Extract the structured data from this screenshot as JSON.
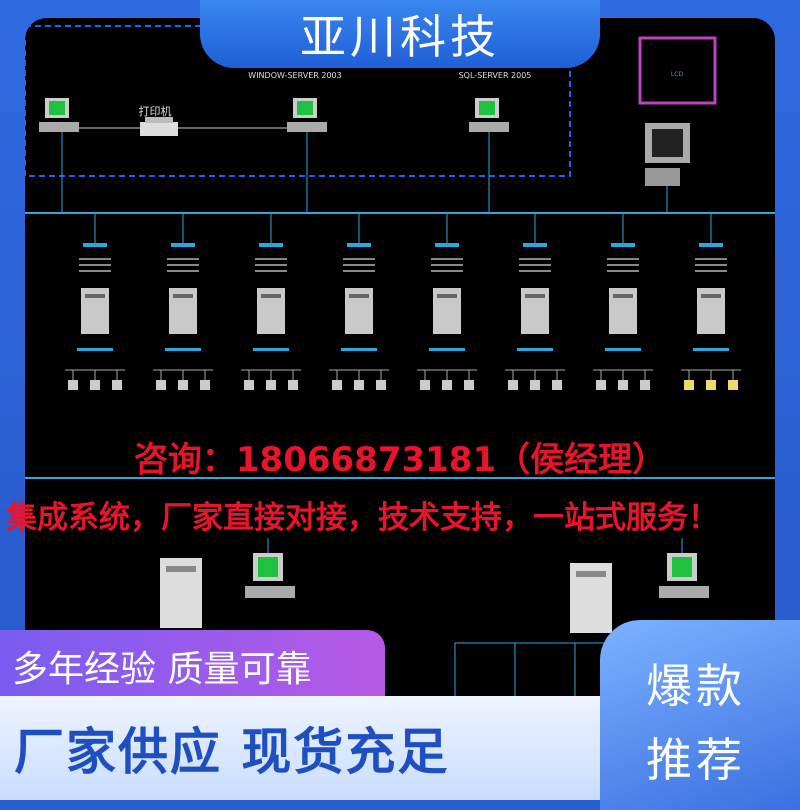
{
  "brand": {
    "title": "亚川科技"
  },
  "diagram": {
    "top_labels": [
      "WINDOW-SERVER 2003",
      "SQL-SERVER 2005",
      "打印机"
    ],
    "node_count": 8,
    "colors": {
      "line": "#2aa8e0",
      "server": "#c8c8c8",
      "accent": "#e8142a",
      "outline_box": "#c040c0"
    }
  },
  "contact": {
    "line": "咨询：18066873181（侯经理）"
  },
  "service": {
    "line": "集成系统，厂家直接对接，技术支持，一站式服务！"
  },
  "band_left": {
    "text": "多年经验  质量可靠"
  },
  "bottom_band": {
    "text": "厂家供应  现货充足"
  },
  "hot": {
    "line1": "爆款",
    "line2": "推荐"
  }
}
